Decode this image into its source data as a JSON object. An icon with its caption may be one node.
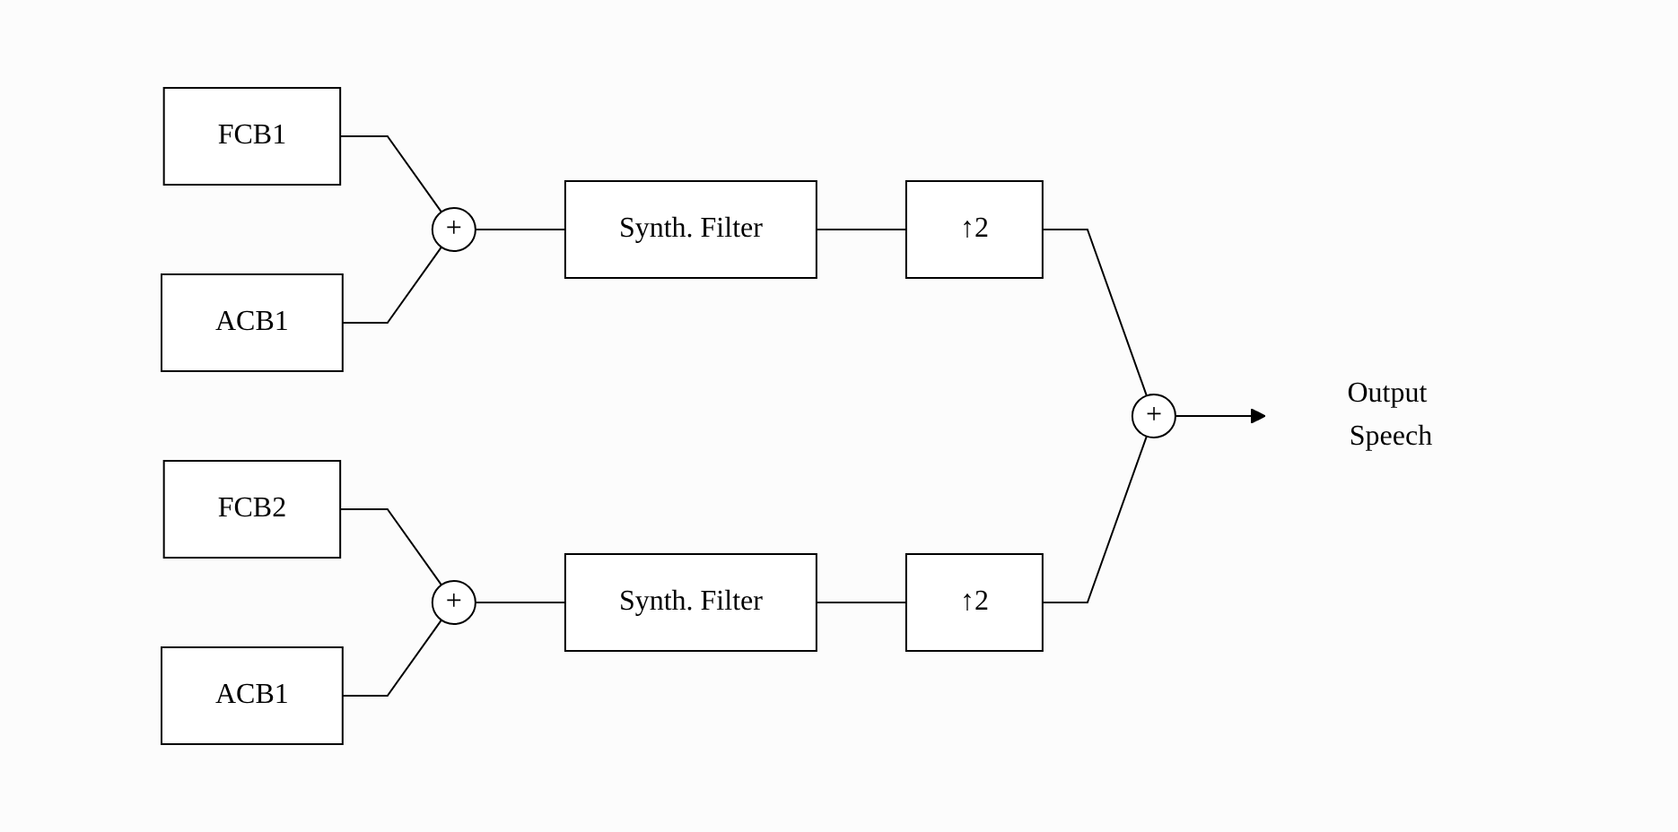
{
  "diagram": {
    "nodes": [
      {
        "text": [
          "FCB1"
        ]
      },
      {
        "text": [
          "ACB1"
        ]
      },
      {
        "text": [
          "+"
        ]
      },
      {
        "text": [
          "Synth. Filter"
        ]
      },
      {
        "text": [
          "↑2"
        ]
      },
      {
        "text": [
          "+"
        ]
      },
      {
        "text": [
          "Output Speech"
        ]
      },
      {
        "text": [
          "FCB2"
        ]
      },
      {
        "text": [
          "ACB1"
        ]
      },
      {
        "text": [
          "+"
        ]
      },
      {
        "text": [
          "Synth. Filter"
        ]
      },
      {
        "text": [
          "↑2"
        ]
      }
    ],
    "edges": [
      {
        "from": 0,
        "to": 2,
        "arrow": "none"
      },
      {
        "from": 1,
        "to": 2,
        "arrow": "none"
      },
      {
        "from": 2,
        "to": 3,
        "arrow": "none"
      },
      {
        "from": 3,
        "to": 4,
        "arrow": "none"
      },
      {
        "from": 4,
        "to": 5,
        "arrow": "none"
      },
      {
        "from": 5,
        "to": 6,
        "arrow": "to"
      },
      {
        "from": 7,
        "to": 9,
        "arrow": "none"
      },
      {
        "from": 8,
        "to": 9,
        "arrow": "none"
      },
      {
        "from": 9,
        "to": 10,
        "arrow": "none"
      },
      {
        "from": 10,
        "to": 11,
        "arrow": "none"
      },
      {
        "from": 11,
        "to": 5,
        "arrow": "none"
      }
    ]
  }
}
